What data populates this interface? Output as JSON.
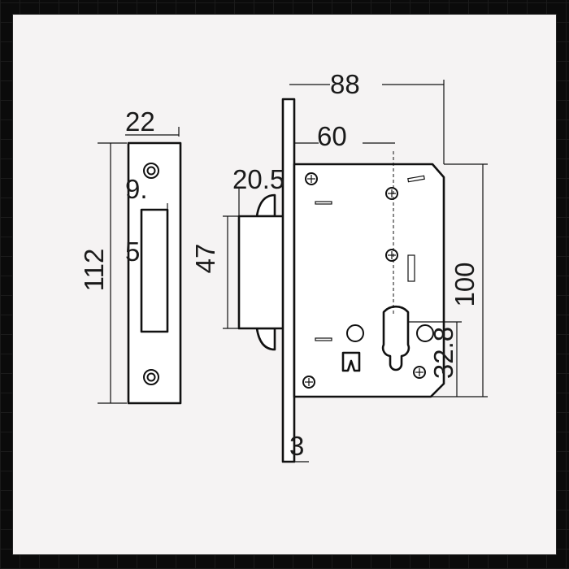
{
  "drawing": {
    "dimensions": {
      "faceplate_width": "22",
      "hole_offset": "9.",
      "slot_offset": "5",
      "faceplate_height": "112",
      "lock_width_total": "88",
      "backset": "60",
      "bolt_projection": "20.5",
      "latch_height": "47",
      "case_height": "100",
      "cylinder_offset": "32.8",
      "plate_thickness": "3"
    },
    "colors": {
      "outer_background": "#0b0b0b",
      "canvas": "#f5f3f3",
      "stroke": "#111111"
    }
  }
}
